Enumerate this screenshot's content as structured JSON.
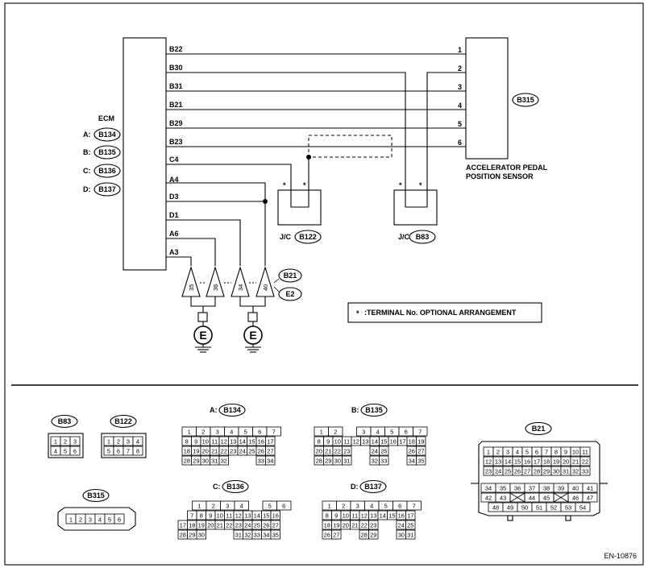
{
  "ecm": {
    "label": "ECM",
    "connectors": [
      {
        "prefix": "A:",
        "id": "B134"
      },
      {
        "prefix": "B:",
        "id": "B135"
      },
      {
        "prefix": "C:",
        "id": "B136"
      },
      {
        "prefix": "D:",
        "id": "B137"
      }
    ],
    "pins": [
      "B22",
      "B30",
      "B31",
      "B21",
      "B29",
      "B23",
      "C4",
      "A4",
      "D3",
      "D1",
      "A6",
      "A3"
    ]
  },
  "sensor": {
    "id": "B315",
    "name_line1": "ACCELERATOR PEDAL",
    "name_line2": "POSITION SENSOR",
    "pins": [
      "1",
      "2",
      "3",
      "4",
      "5",
      "6"
    ]
  },
  "junctions": [
    {
      "prefix": "J/C",
      "id": "B122"
    },
    {
      "prefix": "J/C",
      "id": "B83"
    }
  ],
  "optional_mark": "*",
  "ground_connectors": {
    "id1": "B21",
    "id2": "E2",
    "pins": [
      "35",
      "36",
      "34",
      "40"
    ]
  },
  "ground_symbol": "E",
  "legend": {
    "star": "*",
    "text": ":TERMINAL No. OPTIONAL ARRANGEMENT"
  },
  "connector_views": {
    "b83": {
      "id": "B83",
      "rows": [
        [
          "1",
          "2",
          "3"
        ],
        [
          "4",
          "5",
          "6"
        ]
      ]
    },
    "b122": {
      "id": "B122",
      "rows": [
        [
          "1",
          "2",
          "3",
          "4"
        ],
        [
          "5",
          "6",
          "7",
          "8"
        ]
      ]
    },
    "b315": {
      "id": "B315",
      "rows": [
        [
          "1",
          "2",
          "3",
          "4",
          "5",
          "6"
        ]
      ]
    },
    "a": {
      "prefix": "A:",
      "id": "B134",
      "rows": [
        [
          "1",
          "2",
          "3",
          "4",
          "5",
          "6",
          "7"
        ],
        [
          "8",
          "9",
          "10",
          "11",
          "12",
          "13",
          "14",
          "15",
          "16",
          "17"
        ],
        [
          "18",
          "19",
          "20",
          "21",
          "22",
          "23",
          "24",
          "25",
          "26",
          "27"
        ],
        [
          "28",
          "29",
          "30",
          "31",
          "32",
          "33",
          "34"
        ]
      ]
    },
    "b": {
      "prefix": "B:",
      "id": "B135",
      "rows": [
        [
          "1",
          "2",
          "3",
          "4",
          "5",
          "6",
          "7"
        ],
        [
          "8",
          "9",
          "10",
          "11",
          "12",
          "13",
          "14",
          "15",
          "16",
          "17",
          "18",
          "19"
        ],
        [
          "20",
          "21",
          "22",
          "23",
          "24",
          "25",
          "26",
          "27"
        ],
        [
          "28",
          "29",
          "30",
          "31",
          "32",
          "33",
          "34",
          "35"
        ]
      ]
    },
    "c": {
      "prefix": "C:",
      "id": "B136",
      "rows": [
        [
          "1",
          "2",
          "3",
          "4",
          "5",
          "6"
        ],
        [
          "7",
          "8",
          "9",
          "10",
          "11",
          "12",
          "13",
          "14",
          "15",
          "16"
        ],
        [
          "17",
          "18",
          "19",
          "20",
          "21",
          "22",
          "23",
          "24",
          "25",
          "26",
          "27"
        ],
        [
          "28",
          "29",
          "30",
          "31",
          "32",
          "33",
          "34",
          "35"
        ]
      ]
    },
    "d": {
      "prefix": "D:",
      "id": "B137",
      "rows": [
        [
          "1",
          "2",
          "3",
          "4",
          "5",
          "6",
          "7"
        ],
        [
          "8",
          "9",
          "10",
          "11",
          "12",
          "13",
          "14",
          "15",
          "16",
          "17"
        ],
        [
          "18",
          "19",
          "20",
          "21",
          "22",
          "23",
          "24",
          "25"
        ],
        [
          "26",
          "27",
          "28",
          "29",
          "30",
          "31"
        ]
      ]
    },
    "b21": {
      "id": "B21",
      "rows": [
        [
          "1",
          "2",
          "3",
          "4",
          "5",
          "6",
          "7",
          "8",
          "9",
          "10",
          "11"
        ],
        [
          "12",
          "13",
          "14",
          "15",
          "16",
          "17",
          "18",
          "19",
          "20",
          "21",
          "22"
        ],
        [
          "23",
          "24",
          "25",
          "26",
          "27",
          "28",
          "29",
          "30",
          "31",
          "32",
          "33"
        ],
        [
          "34",
          "35",
          "36",
          "37",
          "38",
          "39",
          "40",
          "41"
        ],
        [
          "42",
          "43",
          "44",
          "45",
          "46",
          "47"
        ],
        [
          "48",
          "49",
          "50",
          "51",
          "52",
          "53",
          "54"
        ]
      ]
    }
  },
  "footer_code": "EN-10876"
}
